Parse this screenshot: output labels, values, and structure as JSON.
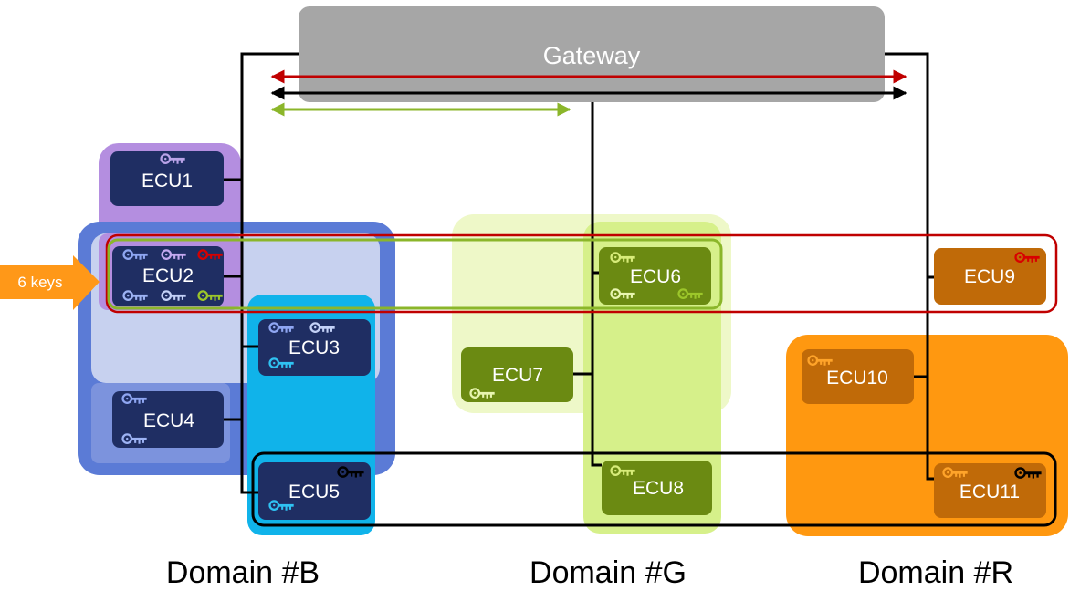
{
  "gateway": {
    "label": "Gateway"
  },
  "callout": {
    "label": "6 keys"
  },
  "ecus": [
    {
      "id": "ecu1",
      "label": "ECU1"
    },
    {
      "id": "ecu2",
      "label": "ECU2"
    },
    {
      "id": "ecu3",
      "label": "ECU3"
    },
    {
      "id": "ecu4",
      "label": "ECU4"
    },
    {
      "id": "ecu5",
      "label": "ECU5"
    },
    {
      "id": "ecu6",
      "label": "ECU6"
    },
    {
      "id": "ecu7",
      "label": "ECU7"
    },
    {
      "id": "ecu8",
      "label": "ECU8"
    },
    {
      "id": "ecu9",
      "label": "ECU9"
    },
    {
      "id": "ecu10",
      "label": "ECU10"
    },
    {
      "id": "ecu11",
      "label": "ECU11"
    }
  ],
  "domains": [
    {
      "id": "b",
      "label": "Domain #B"
    },
    {
      "id": "g",
      "label": "Domain #G"
    },
    {
      "id": "r",
      "label": "Domain #R"
    }
  ],
  "colors": {
    "gateway": "#a6a6a6",
    "ecu_blue": "#1f2e63",
    "ecu_green": "#6b8a12",
    "ecu_orange": "#c06a08",
    "purple_group": "#b48ee0",
    "blue_group": "#5b7bd6",
    "cyan_group": "#10b3ea",
    "light_green_group": "#eef8c8",
    "lime_group": "#d6f08a",
    "orange_group": "#ff9810",
    "red_path": "#c00000",
    "green_path": "#8bb62a",
    "black_path": "#000000",
    "callout": "#ff9818"
  },
  "key_icons": [
    "key-icon-lilac",
    "key-icon-blue",
    "key-icon-red",
    "key-icon-lightblue",
    "key-icon-green",
    "key-icon-cyan",
    "key-icon-black",
    "key-icon-yellow-green",
    "key-icon-orange"
  ]
}
